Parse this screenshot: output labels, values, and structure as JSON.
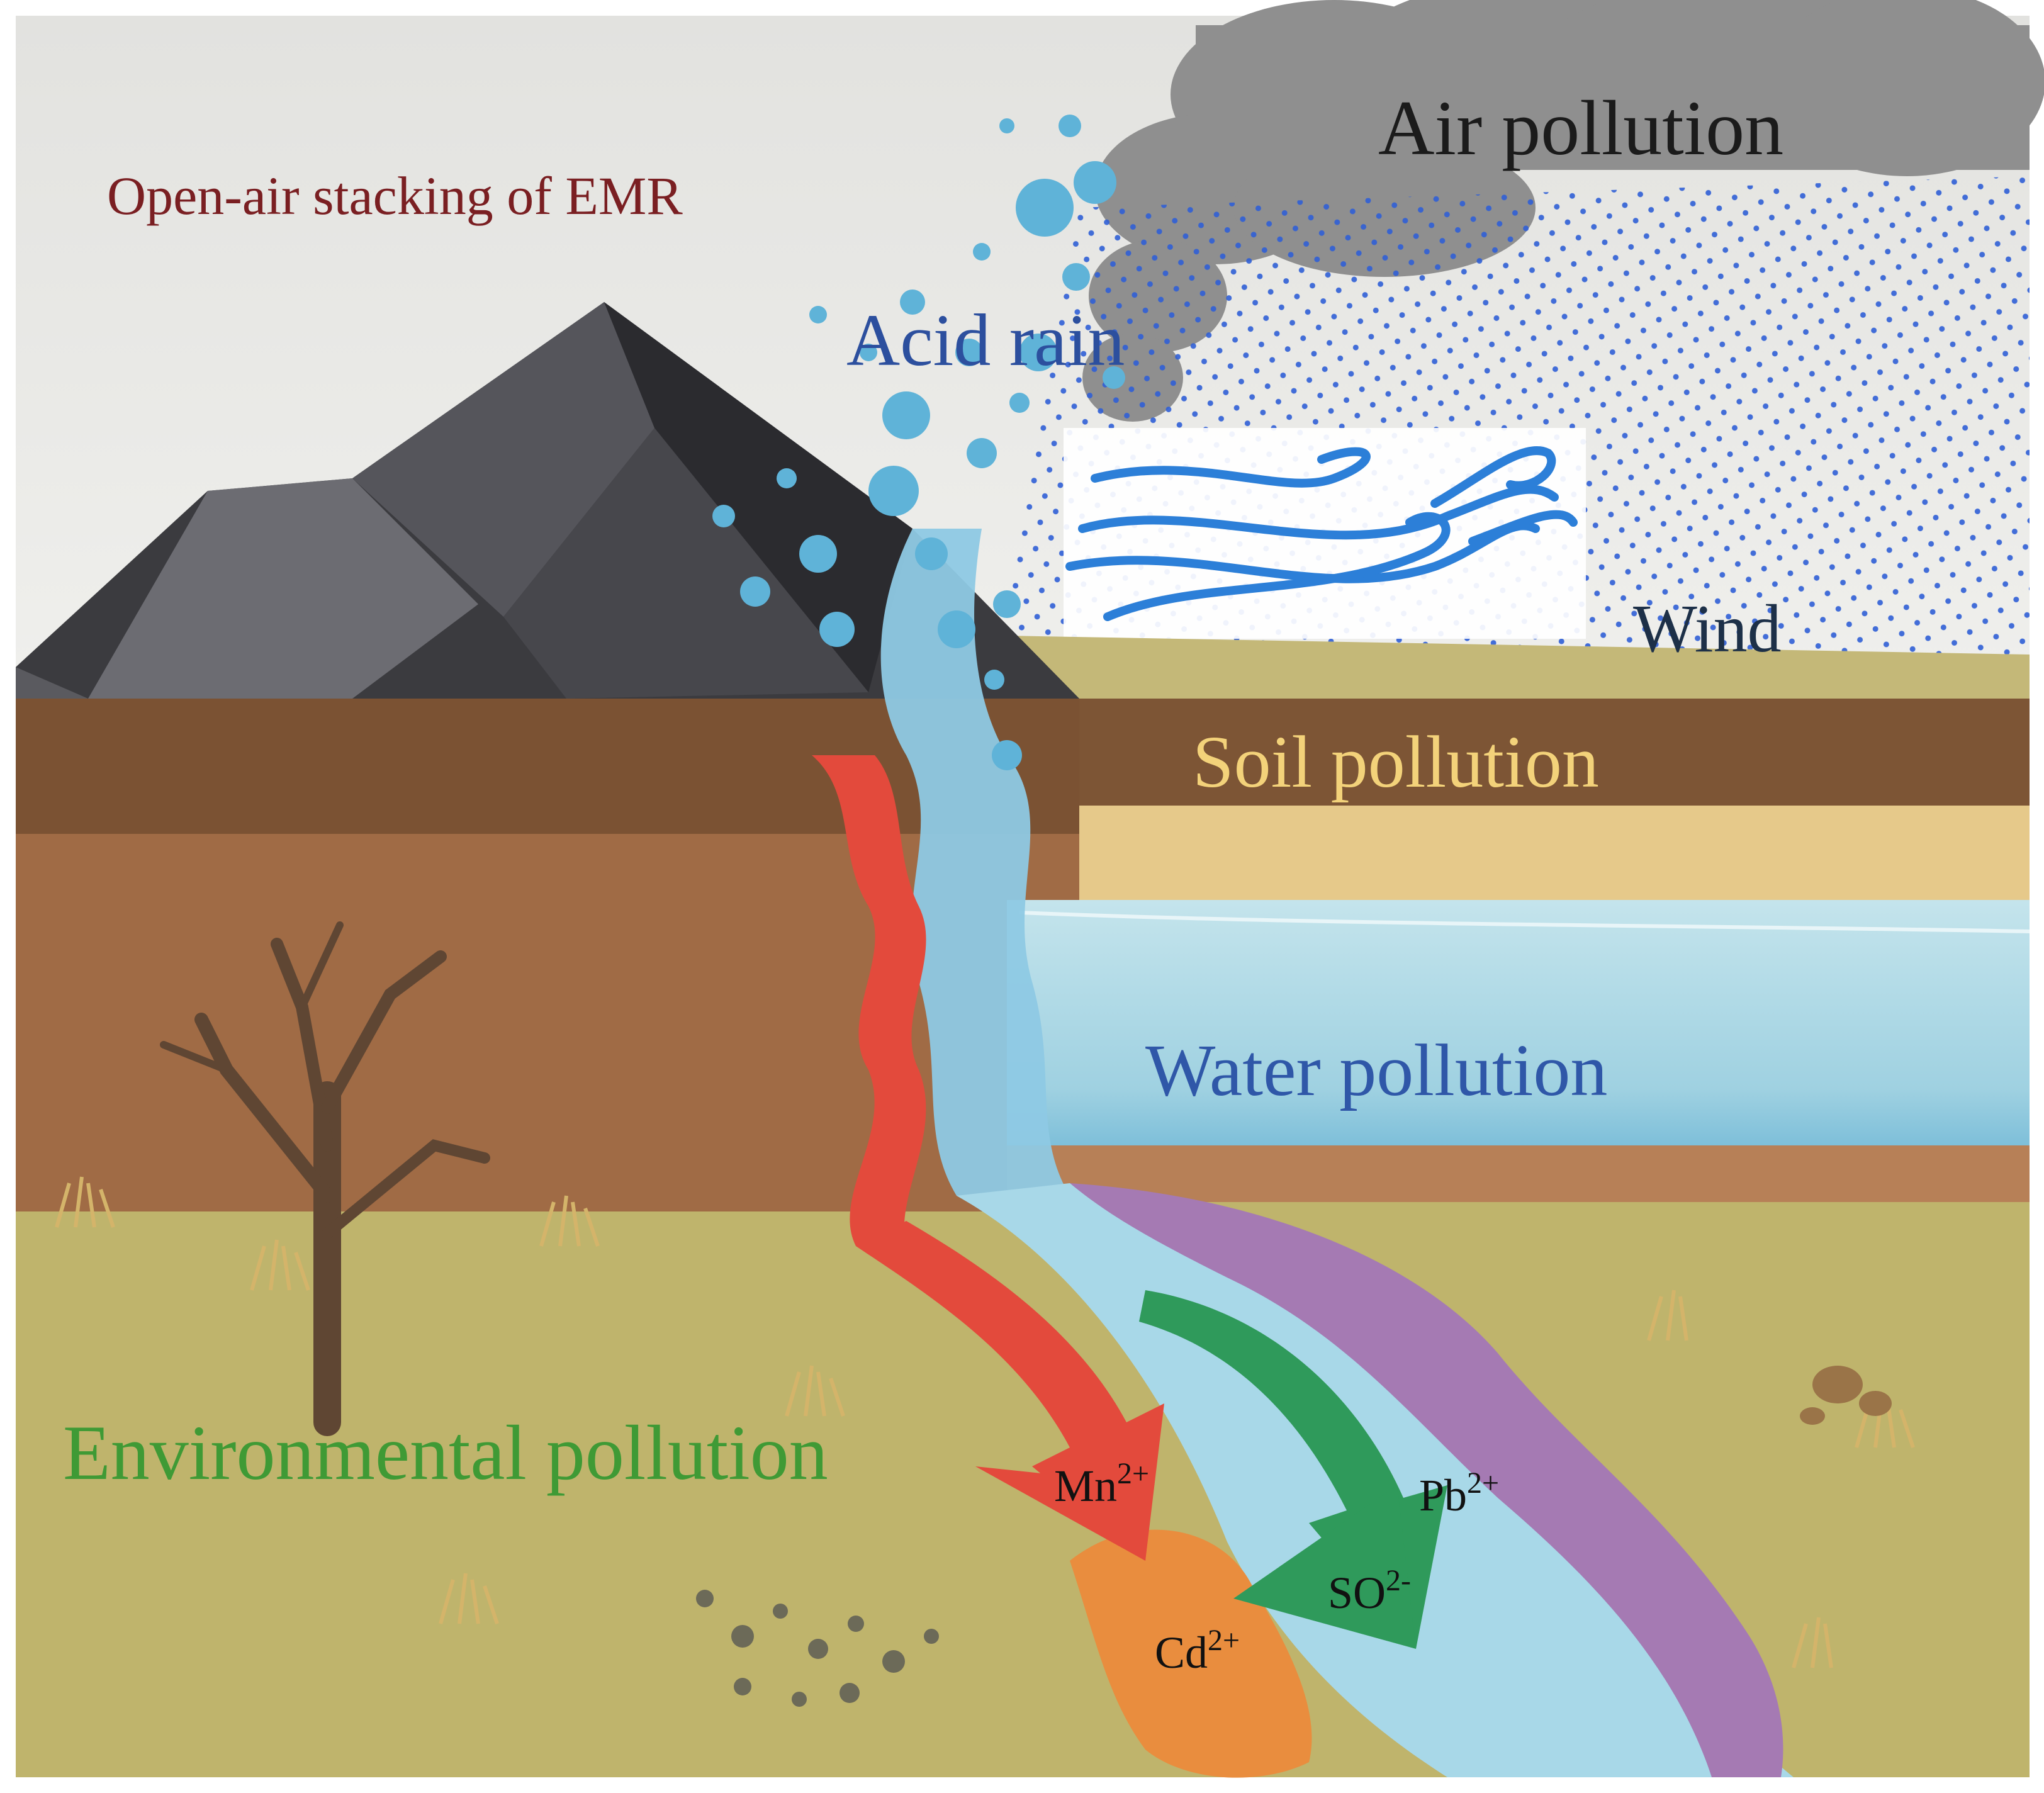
{
  "labels": {
    "title": "Open-air stacking of EMR",
    "air_pollution": "Air pollution",
    "acid_rain": "Acid rain",
    "wind": "Wind",
    "soil_pollution": "Soil pollution",
    "water_pollution": "Water pollution",
    "environmental_pollution": "Environmental pollution"
  },
  "ions": {
    "mn": {
      "base": "Mn",
      "sup": "2+"
    },
    "cd": {
      "base": "Cd",
      "sup": "2+"
    },
    "so": {
      "base": "SO",
      "sup": "2-"
    },
    "pb": {
      "base": "Pb",
      "sup": "2+"
    }
  },
  "colors": {
    "sky": "#e9e9e6",
    "cloud": "#8f8f8f",
    "rock_dark": "#2f2f33",
    "rock_light": "#6a6a70",
    "soil_top": "#7b5233",
    "soil_mid": "#a06b45",
    "sand": "#e6c98a",
    "water": "#a9d6e3",
    "ground": "#bfb46c",
    "mn_stream": "#e34a3c",
    "cd_patch": "#e98d3e",
    "so_stream": "#2f9a5b",
    "pb_stream": "#a57ab3",
    "water_stream": "#8ec9e4",
    "wind_lines": "#2c7fd8",
    "rain_dots": "#2f5fd6"
  }
}
